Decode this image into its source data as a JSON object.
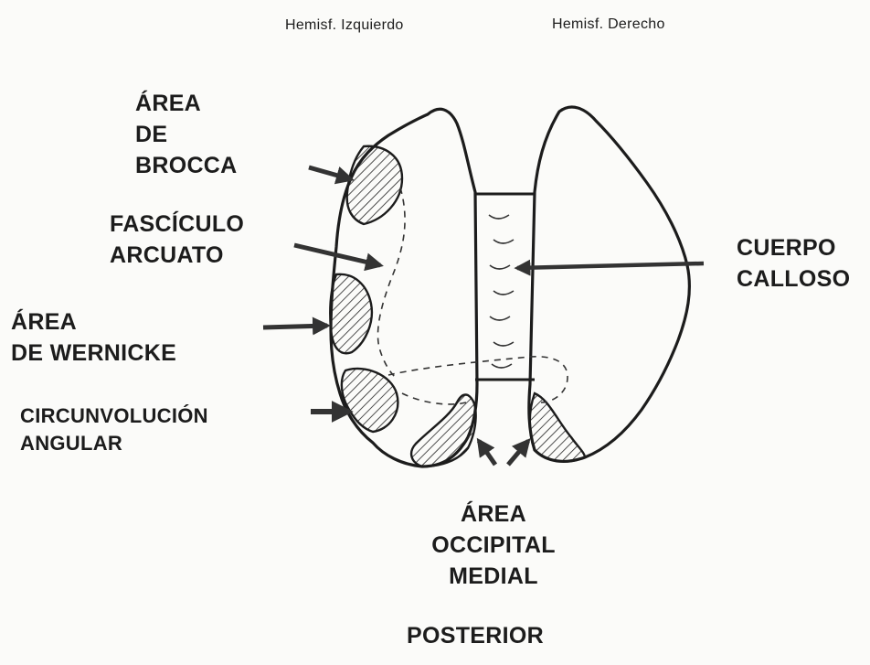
{
  "headers": {
    "left_hemisphere": "Hemisf. Izquierdo",
    "right_hemisphere": "Hemisf. Derecho"
  },
  "labels": {
    "broca": [
      "ÁREA",
      "DE",
      "BROCCA"
    ],
    "fasciculo": [
      "FASCÍCULO",
      "ARCUATO"
    ],
    "wernicke": [
      "ÁREA",
      "DE WERNICKE"
    ],
    "circunvolucion": [
      "CIRCUNVOLUCIÓN",
      "ANGULAR"
    ],
    "cuerpo_calloso": [
      "CUERPO",
      "CALLOSO"
    ],
    "occipital": [
      "ÁREA",
      "OCCIPITAL",
      "MEDIAL"
    ],
    "posterior": "POSTERIOR"
  },
  "colors": {
    "ink": "#1c1c1c",
    "background": "#fbfbf9"
  }
}
